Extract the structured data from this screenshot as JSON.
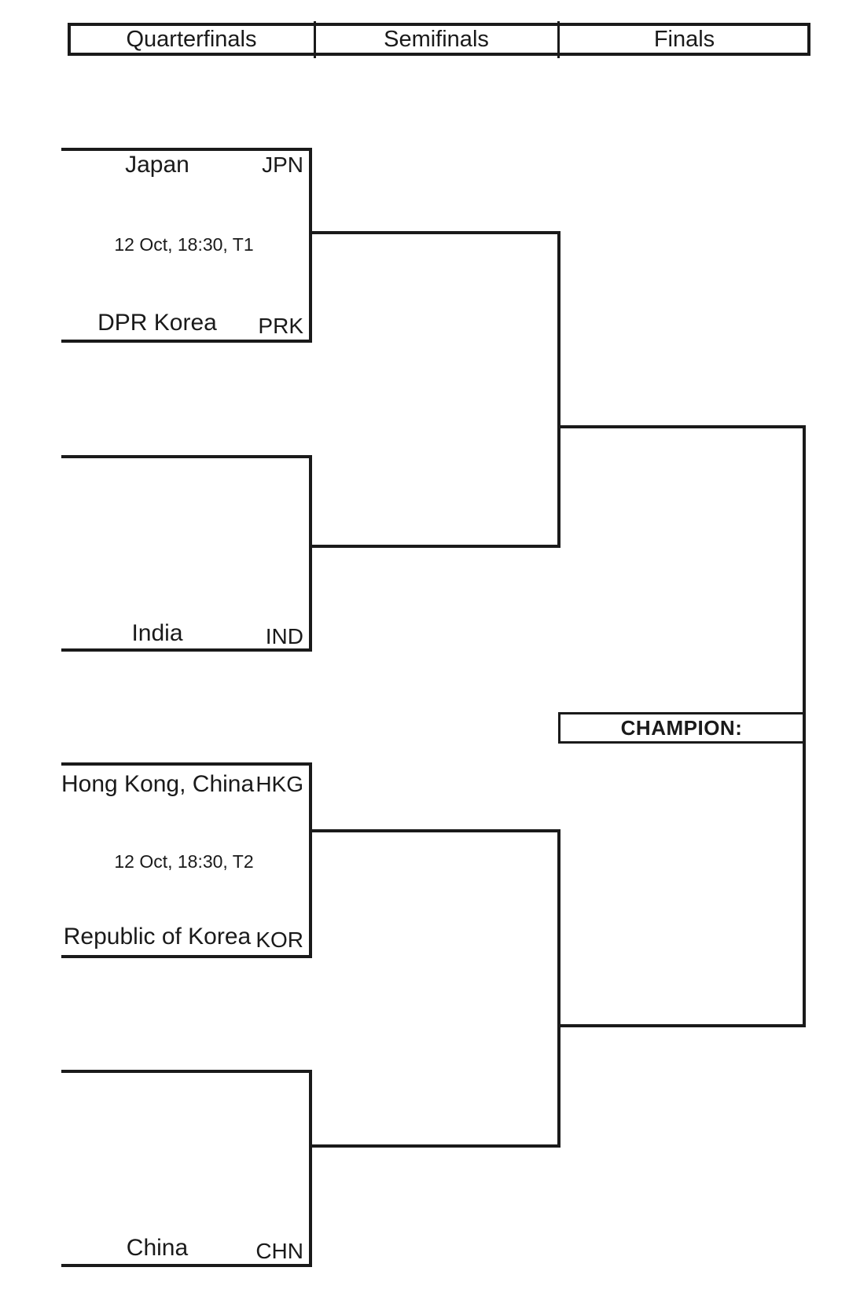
{
  "header": {
    "columns": [
      "Quarterfinals",
      "Semifinals",
      "Finals"
    ]
  },
  "quarterfinals": [
    {
      "top_team": "Japan",
      "top_code": "JPN",
      "schedule": "12 Oct, 18:30, T1",
      "bottom_team": "DPR Korea",
      "bottom_code": "PRK"
    },
    {
      "top_team": "",
      "top_code": "",
      "schedule": "",
      "bottom_team": "India",
      "bottom_code": "IND"
    },
    {
      "top_team": "Hong Kong, China",
      "top_code": "HKG",
      "schedule": "12 Oct, 18:30, T2",
      "bottom_team": "Republic of Korea",
      "bottom_code": "KOR"
    },
    {
      "top_team": "",
      "top_code": "",
      "schedule": "",
      "bottom_team": "China",
      "bottom_code": "CHN"
    }
  ],
  "final": {
    "champion_label": "CHAMPION:"
  },
  "colors": {
    "line": "#1a1a1a",
    "text": "#1a1a1a",
    "background": "#ffffff"
  }
}
